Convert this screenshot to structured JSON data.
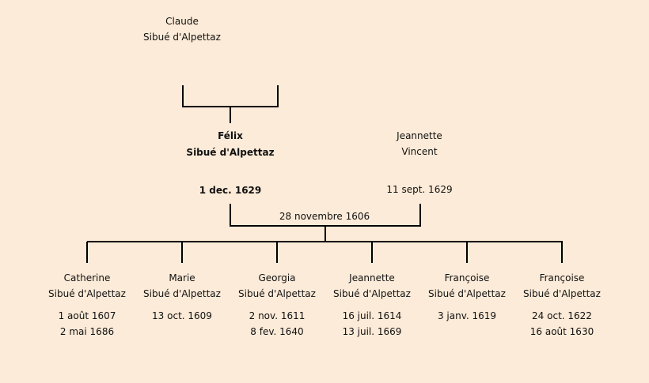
{
  "grandparent": {
    "first": "Claude",
    "last": "Sibué d'Alpettaz"
  },
  "father": {
    "first": "Félix",
    "last": "Sibué d'Alpettaz",
    "death": "1 dec. 1629"
  },
  "mother": {
    "first": "Jeannette",
    "last": "Vincent",
    "death": "11 sept. 1629"
  },
  "marriage": "28 novembre 1606",
  "children": [
    {
      "first": "Catherine",
      "last": "Sibué d'Alpettaz",
      "birth": "1 août 1607",
      "death": "2 mai 1686"
    },
    {
      "first": "Marie",
      "last": "Sibué d'Alpettaz",
      "birth": "13 oct. 1609",
      "death": ""
    },
    {
      "first": "Georgia",
      "last": "Sibué d'Alpettaz",
      "birth": "2 nov. 1611",
      "death": "8 fev. 1640"
    },
    {
      "first": "Jeannette",
      "last": "Sibué d'Alpettaz",
      "birth": "16 juil. 1614",
      "death": "13 juil. 1669"
    },
    {
      "first": "Françoise",
      "last": "Sibué d'Alpettaz",
      "birth": "3 janv. 1619",
      "death": ""
    },
    {
      "first": "Françoise",
      "last": "Sibué d'Alpettaz",
      "birth": "24 oct. 1622",
      "death": "16 août 1630"
    }
  ]
}
